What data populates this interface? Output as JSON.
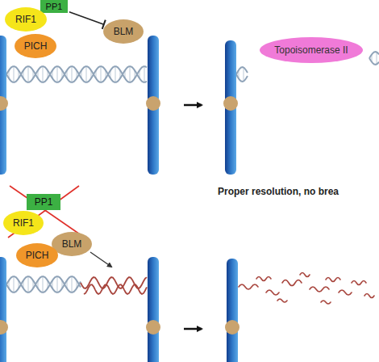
{
  "diagram": {
    "nodes": [
      {
        "text": [
          "PP1"
        ]
      },
      {
        "text": [
          "RIF1"
        ]
      },
      {
        "text": [
          "BLM"
        ]
      },
      {
        "text": [
          "PICH"
        ]
      },
      {
        "text": [
          "Topoisomerase II"
        ]
      },
      {
        "text": [
          "PP1"
        ]
      },
      {
        "text": [
          "RIF1"
        ]
      },
      {
        "text": [
          "BLM"
        ]
      },
      {
        "text": [
          "PICH"
        ]
      }
    ],
    "edges": [
      {
        "from": 0,
        "to": 2,
        "arrow": "to"
      }
    ],
    "labels": [
      "Proper resolution, no brea"
    ]
  }
}
